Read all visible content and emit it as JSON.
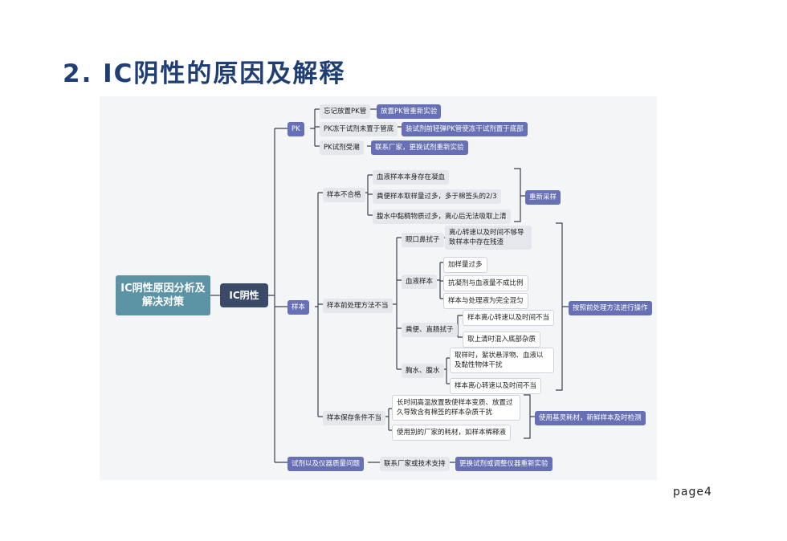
{
  "page_title": "2. IC阴性的原因及解释",
  "page_number": "page4",
  "mindmap": {
    "root": "IC阴性原因分析及解决对策",
    "center": "IC阴性",
    "pk": {
      "label": "PK",
      "items": [
        {
          "cause": "忘记放置PK管",
          "solution": "放置PK管重新实验"
        },
        {
          "cause": "PK冻干试剂未置于管底",
          "solution": "装试剂前轻弹PK管使冻干试剂置于底部"
        },
        {
          "cause": "PK试剂受潮",
          "solution": "联系厂家，更换试剂重新实验"
        }
      ]
    },
    "sample": {
      "label": "样本",
      "unqualified": {
        "label": "样本不合格",
        "items": [
          "血液样本本身存在凝血",
          "粪便样本取样量过多，多于棉签头的2/3",
          "腹水中黏稠物质过多，离心后无法吸取上清"
        ],
        "solution": "重新采样"
      },
      "pretreat": {
        "label": "样本前处理方法不当",
        "nasal": {
          "label": "眼口鼻拭子",
          "items": [
            "离心转速以及时间不够导致样本中存在残渣"
          ]
        },
        "blood": {
          "label": "血液样本",
          "items": [
            "加样量过多",
            "抗凝剂与血液量不成比例",
            "样本与处理液为完全混匀"
          ]
        },
        "stool": {
          "label": "粪便、直肠拭子",
          "items": [
            "样本离心转速以及时间不当",
            "取上清时混入底部杂质"
          ]
        },
        "ascites": {
          "label": "胸水、腹水",
          "items": [
            "取样时，絮状悬浮物、血液以及黏性物体干扰",
            "样本离心转速以及时间不当"
          ]
        },
        "solution": "按照前处理方法进行操作"
      },
      "storage": {
        "label": "样本保存条件不当",
        "items": [
          "长时间高温放置致使样本变质、放置过久导致含有棉签的样本杂质干扰",
          "使用别的厂家的耗材，如样本稀释液"
        ],
        "solution": "使用基灵耗材，新鲜样本及时检测"
      }
    },
    "reagent": {
      "label": "试剂以及仪器质量问题",
      "contact": "联系厂家或技术支持",
      "solution": "更换试剂或调整仪器重新实验"
    }
  }
}
